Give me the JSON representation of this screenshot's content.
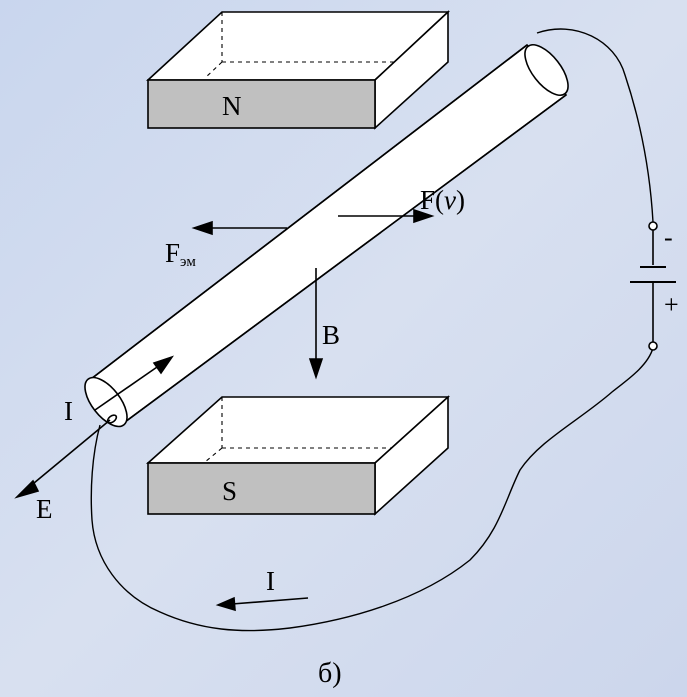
{
  "diagram": {
    "magnet_north_label": "N",
    "magnet_south_label": "S",
    "force_velocity_label_prefix": "F(",
    "force_velocity_label_var": "v",
    "force_velocity_label_suffix": ")",
    "force_em_label_main": "F",
    "force_em_label_sub": "эм",
    "field_label": "B",
    "current_label_rod": "I",
    "current_label_wire": "I",
    "emf_label": "E",
    "battery_minus_label": "-",
    "battery_plus_label": "+",
    "caption": "б)"
  },
  "colors": {
    "background": "#d2dcee",
    "magnet_face": "#c0c0c0",
    "rod_fill": "#ffffff",
    "stroke": "#000000"
  }
}
